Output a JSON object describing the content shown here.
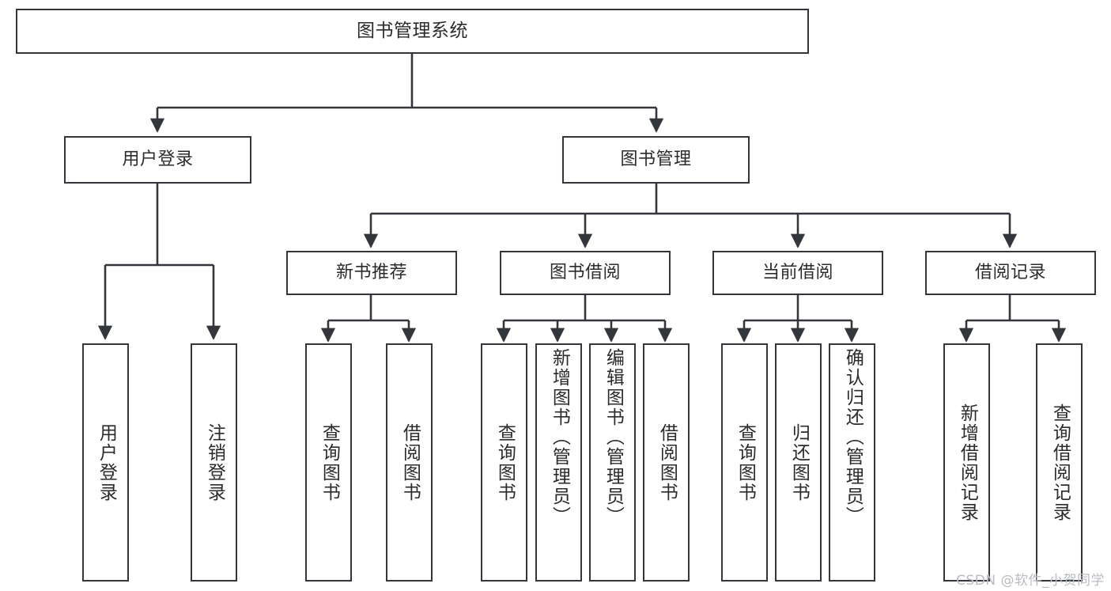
{
  "diagram": {
    "title": "图书管理系统",
    "type": "hierarchy-tree",
    "watermark": "CSDN @软件_小贺同学",
    "colors": {
      "border": "#33363b",
      "text": "#2b2b2b",
      "background": "#ffffff",
      "connector": "#33363b",
      "watermark": "#b9bcc0"
    },
    "levels": {
      "root": {
        "label": "图书管理系统"
      },
      "level2": [
        {
          "label": "用户登录"
        },
        {
          "label": "图书管理"
        }
      ],
      "level3": [
        {
          "label": "新书推荐"
        },
        {
          "label": "图书借阅"
        },
        {
          "label": "当前借阅"
        },
        {
          "label": "借阅记录"
        }
      ],
      "leaves": {
        "user_login": [
          {
            "label": "用户登录"
          },
          {
            "label": "注销登录"
          }
        ],
        "new_book_recommend": [
          {
            "label": "查询图书"
          },
          {
            "label": "借阅图书"
          }
        ],
        "book_borrow": [
          {
            "label": "查询图书"
          },
          {
            "label": "新增图书（管理员）"
          },
          {
            "label": "编辑图书（管理员）"
          },
          {
            "label": "借阅图书"
          }
        ],
        "current_borrow": [
          {
            "label": "查询图书"
          },
          {
            "label": "归还图书"
          },
          {
            "label": "确认归还（管理员）"
          }
        ],
        "borrow_record": [
          {
            "label": "新增借阅记录"
          },
          {
            "label": "查询借阅记录"
          }
        ]
      }
    }
  }
}
